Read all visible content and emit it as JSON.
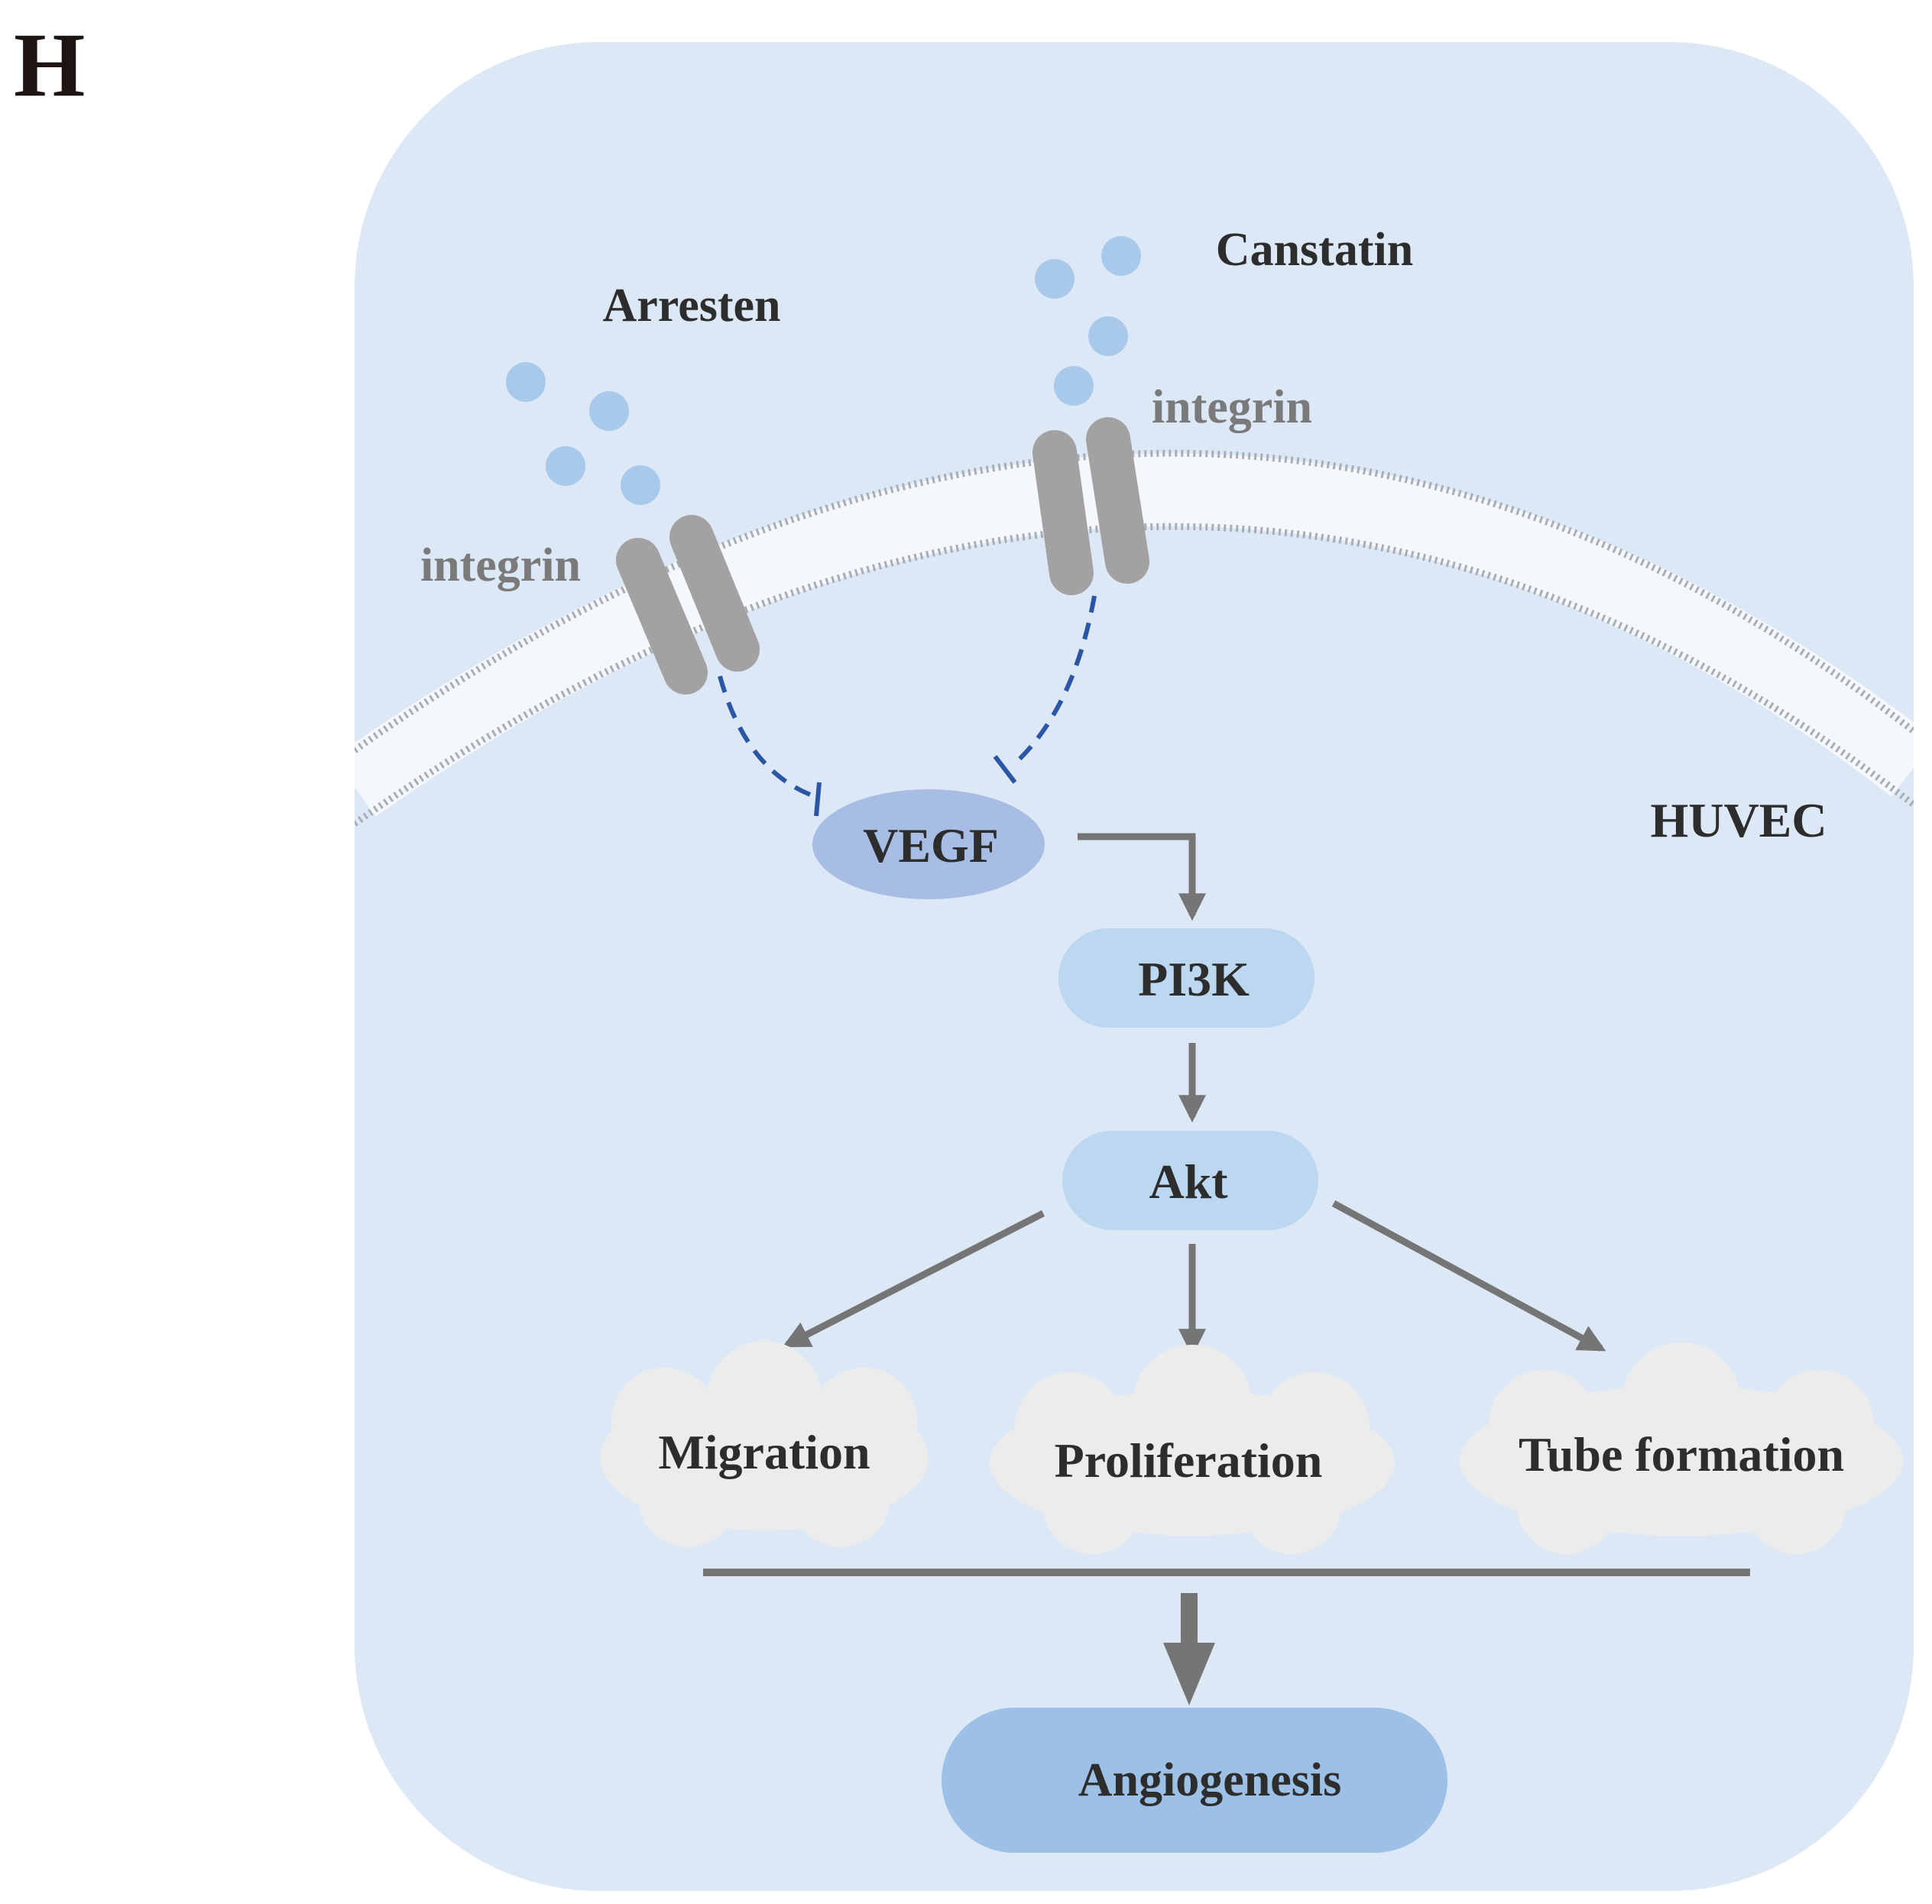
{
  "panel_label": "H",
  "cell_label": "HUVEC",
  "ligands": {
    "left": "Arresten",
    "right": "Canstatin"
  },
  "receptors": {
    "left": "integrin",
    "right": "integrin"
  },
  "pathway": {
    "vegf": "VEGF",
    "pi3k": "PI3K",
    "akt": "Akt"
  },
  "outcomes": {
    "migration": "Migration",
    "proliferation": "Proliferation",
    "tube_formation": "Tube formation",
    "angiogenesis": "Angiogenesis"
  },
  "colors": {
    "cell": "#dce8f6",
    "membrane": "#f4f8fd",
    "membrane_dots": "#a9aeb4",
    "ligand": "#a8c9ea",
    "integrin": "#a3a1a2",
    "inhibition": "#2b56a3",
    "arrow": "#757575",
    "vegf": "#a8bde3",
    "node": "#bcd7f0",
    "cloud": "#ececec",
    "angiogenesis": "#9cc0e6",
    "text": "#2d2d2d",
    "integrin_text": "#7a7a7a"
  }
}
